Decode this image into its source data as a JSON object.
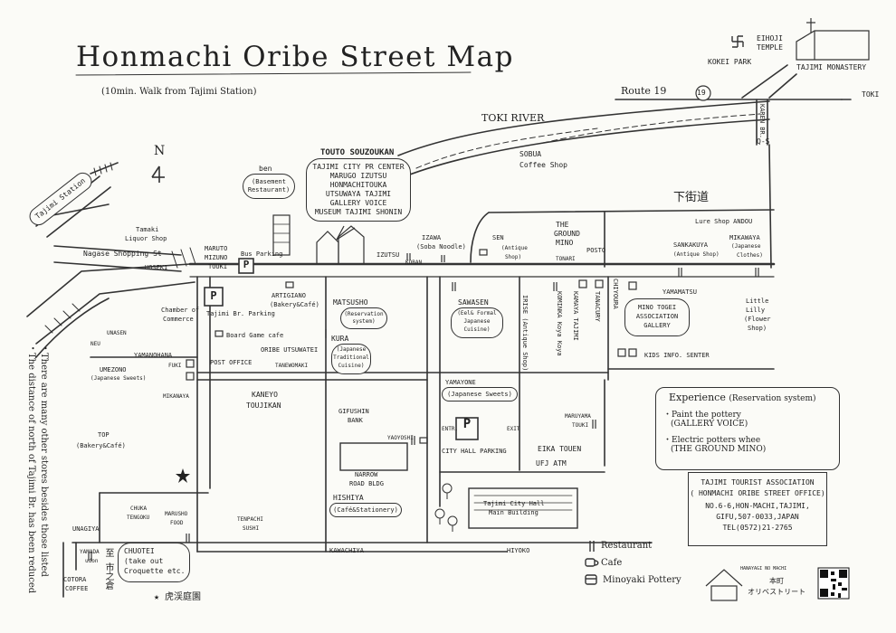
{
  "title": "Honmachi Oribe Street Map",
  "subtitle": "(10min. Walk from Tajimi Station)",
  "north_label": "N",
  "side_notes": [
    "・The distance of north of Tajimi Br. has been reduced",
    "・There are many other stores besides those listed"
  ],
  "roads": {
    "route19": "Route 19",
    "route19_badge": "19",
    "toki": "TOKI",
    "toki_river": "TOKI RIVER",
    "shimokaido": "下街道",
    "nagase": "Nagase Shopping St",
    "karen_br": "KAREN BR.",
    "qs": "Q-S"
  },
  "top_right": {
    "eihoji": "EIHOJI",
    "eihoji2": "TEMPLE",
    "kokei": "KOKEI PARK",
    "monastery": "TAJIMI MONASTERY"
  },
  "station": "Tajimi Station",
  "touto": {
    "name": "TOUTO SOUZOUKAN",
    "lines": [
      "TAJIMI CITY PR CENTER",
      "MARUGO IZUTSU",
      "HONMACHITOUKA",
      "UTSUWAYA TAJIMI",
      "GALLERY VOICE",
      "MUSEUM TAJIMI SHONIN"
    ]
  },
  "places": {
    "ben": "ben",
    "ben_sub1": "(Basement",
    "ben_sub2": "Restaurant)",
    "tamaki1": "Tamaki",
    "tamaki2": "Liquor Shop",
    "uoseki": "UOSEKI",
    "maruto1": "MARUTO",
    "maruto2": "MIZUNO",
    "maruto3": "TOUKI",
    "bus_parking": "Bus Parking",
    "izutsu": "IZUTSU",
    "koban": "KOBAN",
    "izawa": "IZAWA",
    "izawa_sub": "(Soba Noodle)",
    "sen": "SEN",
    "sen_sub1": "(Antique",
    "sen_sub2": "Shop)",
    "sobua1": "SOBUA",
    "sobua2": "Coffee Shop",
    "ground1": "THE",
    "ground2": "GROUND",
    "ground3": "MINO",
    "tonari": "TONARI",
    "posto": "POSTO",
    "lure": "Lure Shop ANDOU",
    "sankakuya": "SANKAKUYA",
    "sankakuya_sub": "(Antique Shop)",
    "mikawaya": "MIKAWAYA",
    "mikawaya_sub1": "(Japanese",
    "mikawaya_sub2": "Clothes)",
    "yamamatsu": "YAMAMATSU",
    "little1": "Little",
    "little2": "Lilly",
    "little3": "(Flower",
    "little4": "Shop)",
    "chamber1": "Chamber of",
    "chamber2": "Commerce",
    "tajimi_br_parking": "Tajimi Br. Parking",
    "artigiano": "ARTIGIANO",
    "artigiano_sub": "(Bakery&Café)",
    "board_game": "Board Game cafe",
    "post_office": "POST OFFICE",
    "oribe_utsuwatei": "ORIBE UTSUWATEI",
    "tanewomaki": "TANEWOMAKI",
    "unasen": "UNASEN",
    "neu": "NEU",
    "yamanohana": "YAMANOHANA",
    "fuki": "FUKI",
    "umezono": "UMEZONO",
    "umezono_sub": "(Japanese Sweets)",
    "mikanaya": "MIKANAYA",
    "kaneyo1": "KANEYO",
    "kaneyo2": "TOUJIKAN",
    "matsusho": "MATSUSHO",
    "matsusho_sub1": "(Reservation",
    "matsusho_sub2": "system)",
    "kura": "KURA",
    "kura_sub1": "(Japanese",
    "kura_sub2": "Traditional",
    "kura_sub3": "Cuisine)",
    "sawasen": "SAWASEN",
    "sawasen_sub1": "(Eel& Formal",
    "sawasen_sub2": "Japanese",
    "sawasen_sub3": "Cuisine)",
    "irise": "IRISE (Antique Shop)",
    "kominka": "KOMINKA Koya Koya",
    "kamaya": "KAMAYA TAJIMI",
    "tanacury": "TANACURY",
    "chiyoura": "CHIYOURA",
    "mino_togei1": "MINO TOGEI",
    "mino_togei2": "ASSOCIATION",
    "mino_togei3": "GALLERY",
    "kids": "KIDS INFO. SENTER",
    "yamayone": "YAMAYONE",
    "yamayone_sub": "(Japanese Sweets)",
    "gifushin1": "GIFUSHIN",
    "gifushin2": "BANK",
    "yaoyoshi": "YAOYOSHI",
    "entr": "ENTR.",
    "exit": "EXIT",
    "city_hall_parking": "CITY HALL PARKING",
    "maruyama1": "MARUYAMA",
    "maruyama2": "TOUKI",
    "eika": "EIKA TOUEN",
    "ufj": "UFJ ATM",
    "narrow1": "NARROW",
    "narrow2": "ROAD BLDG",
    "hishiya": "HISHIYA",
    "hishiya_sub": "(Café&Stationery)",
    "city_hall1": "Tajimi City Hall",
    "city_hall2": "Main Building",
    "top": "TOP",
    "top_sub": "(Bakery&Café)",
    "chuka1": "CHUKA",
    "chuka2": "TENGOKU",
    "marusho1": "MARUSHO",
    "marusho2": "FOOD",
    "tenpachi1": "TENPACHI",
    "tenpachi2": "SUSHI",
    "unagiya": "UNAGIYA",
    "yamada1": "YAMADA",
    "yamada2": "udon",
    "chuotei": "CHUOTEI",
    "chuotei_sub1": "(take out",
    "chuotei_sub2": "Croquette etc.",
    "cotora1": "COTORA",
    "cotora2": "COFFEE",
    "kawachiya": "KAWACHIYA",
    "hiyoko": "HIYOKO",
    "shikai": "至 市之倉",
    "kokeien": "★ 虎渓庭園"
  },
  "experience": {
    "heading": "Experience",
    "heading_sub": "(Reservation system)",
    "l1": "・Paint the pottery",
    "l2": "(GALLERY VOICE)",
    "l3": "・Electric potters whee",
    "l4": "(THE GROUND MINO)"
  },
  "association": {
    "name": "TAJIMI TOURIST ASSOCIATION",
    "sub": "( HONMACHI ORIBE STREET OFFICE)",
    "addr1": "NO.6-6,HON-MACHI,TAJIMI,",
    "addr2": "GIFU,507-0033,JAPAN",
    "tel": "TEL(0572)21-2765"
  },
  "legend": {
    "restaurant": "Restaurant",
    "cafe": "Cafe",
    "pottery": "Minoyaki Pottery"
  },
  "logo": {
    "top": "HANAYAGI NO MACHI",
    "mid": "本町",
    "bottom": "オリベストリート"
  },
  "parking_symbol": "P"
}
